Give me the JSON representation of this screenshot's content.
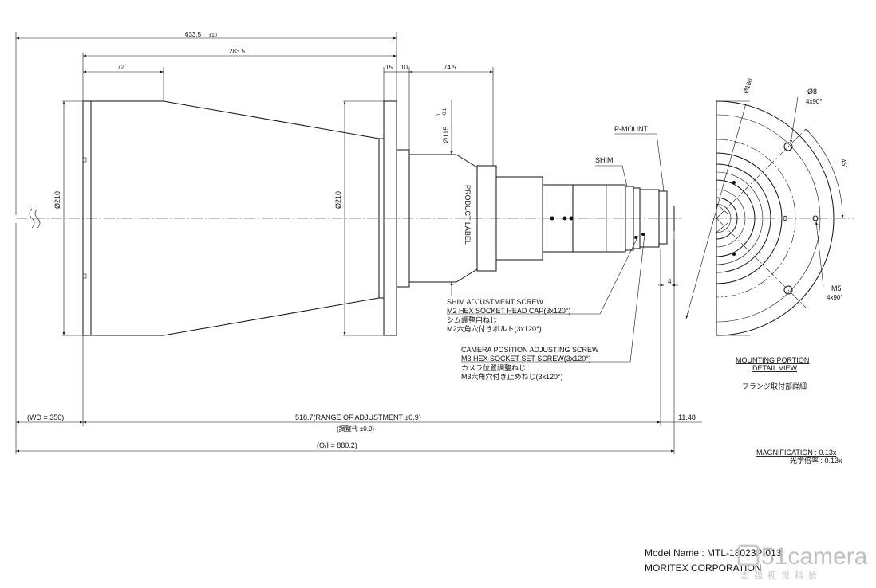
{
  "dimensions": {
    "overall_length": "633.5",
    "overall_tol": "±10",
    "body_length": "283.5",
    "front_length": "72",
    "flange_15": "15",
    "flange_10": "10",
    "rear_length": "74.5",
    "front_diameter": "Ø210",
    "rear_diameter": "Ø210",
    "mount_diameter": "Ø115",
    "mount_tol_upper": "0",
    "mount_tol_lower": "-0.1",
    "bolt_circle": "Ø180",
    "hole_diameter": "Ø8",
    "hole_pattern": "4x90°",
    "angle": "45°",
    "tap": "M5",
    "tap_pattern": "4x90°",
    "shim_dim": "4",
    "wd": "(WD = 350)",
    "range": "518.7(RANGE OF ADJUSTMENT ±0.9)",
    "range_jp": "(調整代 ±0.9)",
    "back_focus": "11.48",
    "oi": "(O/I = 880.2)"
  },
  "labels": {
    "product_label": "PRODUCT LABEL",
    "p_mount": "P-MOUNT",
    "shim": "SHIM",
    "shim_screw": [
      "SHIM ADJUSTMENT SCREW",
      "M2 HEX SOCKET HEAD CAP(3x120°)",
      "シム調整用ねじ",
      "M2六角穴付きボルト(3x120°)"
    ],
    "camera_screw": [
      "CAMERA POSITION ADJUSTING SCREW",
      "M3 HEX SOCKET SET SCREW(3x120°)",
      "カメラ位置調整ねじ",
      "M3六角穴付き止めねじ(3x120°)"
    ],
    "detail_title_1": "MOUNTING PORTION",
    "detail_title_2": "DETAIL VIEW",
    "detail_title_jp": "フランジ取付部詳細"
  },
  "info": {
    "magnification": "MAGNIFICATION : 0.13x",
    "magnification_jp": "光学倍率 : 0.13x",
    "model_name": "Model Name : MTL-18023P-013",
    "company": "MORITEX CORPORATION"
  },
  "watermark": {
    "brand": "51camera",
    "tagline": "志强视觉科技"
  }
}
